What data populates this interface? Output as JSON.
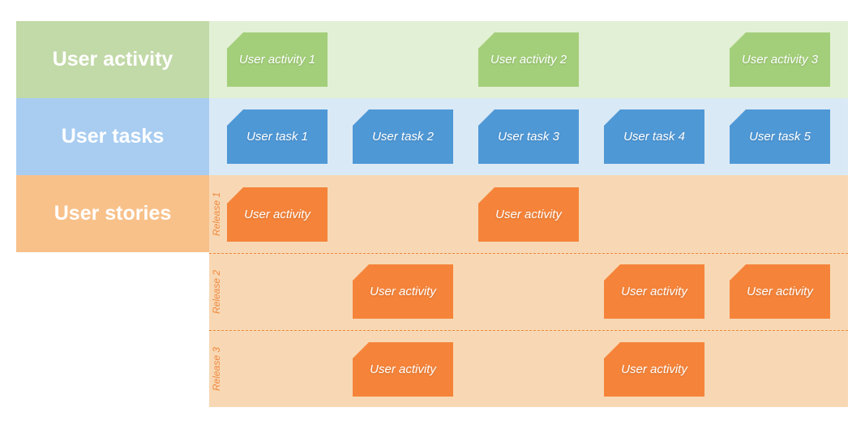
{
  "colors": {
    "activity_header": "#c2d9a8",
    "activity_band": "#e2f0d5",
    "activity_card": "#a3cf7a",
    "tasks_header": "#a9cdf1",
    "tasks_band": "#dae9f6",
    "tasks_card": "#4f98d6",
    "stories_header": "#f8c18a",
    "stories_band": "#f8d8b4",
    "stories_card": "#f5843a"
  },
  "rows": {
    "activity": {
      "label": "User activity"
    },
    "tasks": {
      "label": "User tasks"
    },
    "stories": {
      "label": "User stories"
    }
  },
  "activity_cards": [
    "User activity 1",
    "User activity 2",
    "User activity 3"
  ],
  "task_cards": [
    "User task 1",
    "User task 2",
    "User task 3",
    "User task 4",
    "User task 5"
  ],
  "releases": [
    {
      "label": "Release 1",
      "cards": [
        "User activity",
        "User activity"
      ]
    },
    {
      "label": "Release 2",
      "cards": [
        "User activity",
        "User activity",
        "User activity"
      ]
    },
    {
      "label": "Release 3",
      "cards": [
        "User activity",
        "User activity"
      ]
    }
  ]
}
